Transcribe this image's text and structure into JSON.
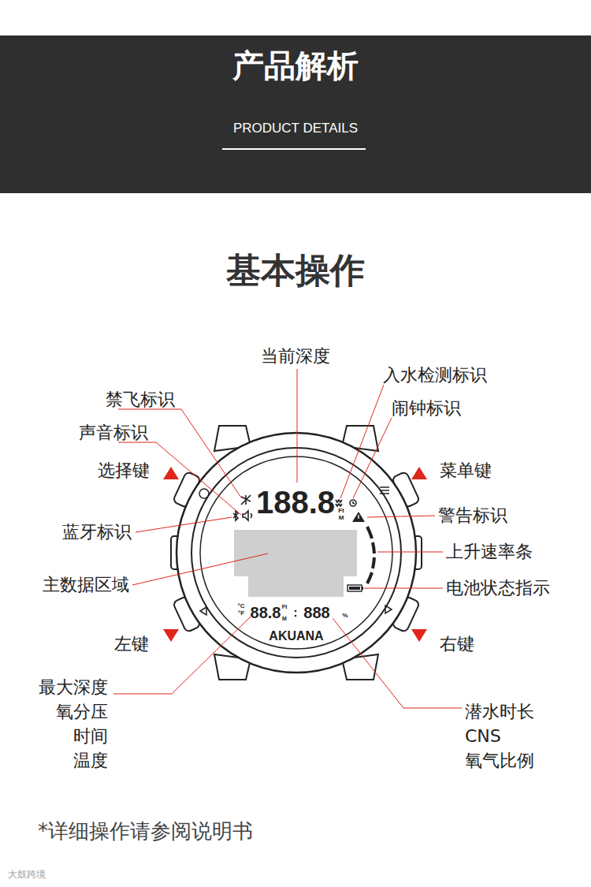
{
  "diagram": {
    "title": "基本操作",
    "caption": "*详细操作请参阅说明书",
    "nodes": [
      {
        "text": [
          "产品解析",
          "PRODUCT DETAILS"
        ]
      }
    ],
    "labels": [
      "当前深度",
      "入水检测标识",
      "闹钟标识",
      "禁飞标识",
      "声音标识",
      "选择键",
      "菜单键",
      "警告标识",
      "蓝牙标识",
      "上升速率条",
      "主数据区域",
      "电池状态指示",
      "左键",
      "右键",
      "最大深度",
      "氧分压",
      "时间",
      "温度",
      "潜水时长",
      "CNS",
      "氧气比例",
      "188.8",
      "Ft",
      "M",
      "°C",
      "°F",
      "88.8",
      "Ft",
      "M",
      "888",
      "%",
      "AKUANA",
      "大鼓跨境"
    ]
  }
}
